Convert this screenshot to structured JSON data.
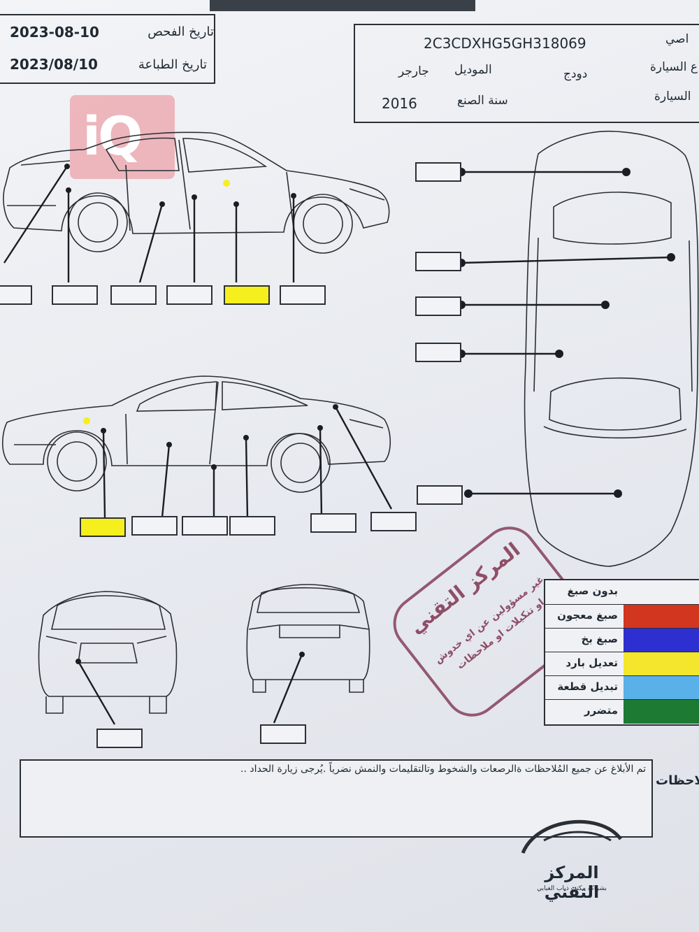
{
  "dates": {
    "inspection_label": "تاريخ الفحص",
    "inspection_value": "2023-08-10",
    "print_label": "تاريخ الطباعة",
    "print_value": "2023/08/10"
  },
  "vehicle": {
    "vin": "2C3CDXHG5GH318069",
    "owner_label_partial": "اصي",
    "type_label_partial": "ع السيارة",
    "make": "دودج",
    "model_label": "الموديل",
    "model_value": "جارجر",
    "color_label_partial": "السيارة",
    "year_label": "سنة الصنع",
    "year_value": "2016"
  },
  "watermark": "iQ",
  "legend": {
    "title": "بدون صبغ",
    "items": [
      {
        "label": "صبغ معجون",
        "color": "#d2361f"
      },
      {
        "label": "صبغ بخ",
        "color": "#2e2fd0"
      },
      {
        "label": "تعديل بارد",
        "color": "#f3e62c"
      },
      {
        "label": "تبديل قطعة",
        "color": "#5ab0e8"
      },
      {
        "label": "متضرر",
        "color": "#1c7a32"
      }
    ]
  },
  "stamp": {
    "line1": "المركز التقني",
    "line2": "غير مسؤولين عن اي خدوش",
    "line3": "او تنكيلات او ملاحظات"
  },
  "notes": {
    "label": "لاحظات",
    "text": "تم الأبلاغ عن جميع المُلاحظات ةالرصعات والشخوط وتالتقليمات والنمش نضرياً .يُرجى زيارة الحداد .."
  },
  "logo": {
    "main": "المركز التقني",
    "sub": "بشراكة مكتب ذياب الغبابي"
  },
  "highlight_color": "#f5ef1e"
}
